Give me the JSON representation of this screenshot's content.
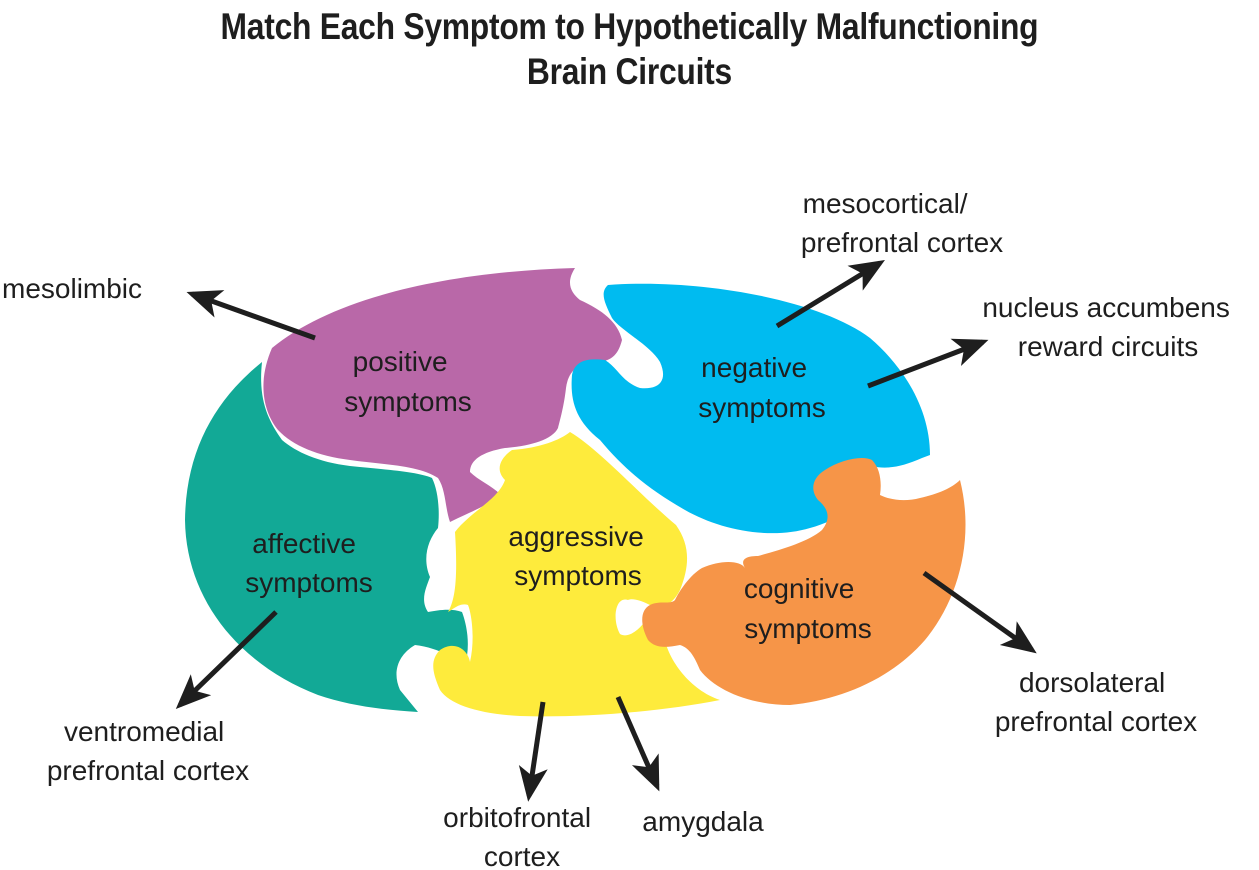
{
  "title": {
    "line1": "Match Each Symptom to Hypothetically Malfunctioning",
    "line2": "Brain Circuits"
  },
  "colors": {
    "positive": "#b968a8",
    "negative": "#00bbf0",
    "affective": "#12a996",
    "aggressive": "#feeb3c",
    "cognitive": "#f69548",
    "arrow": "#1e1e1e",
    "text": "#1e1e1e"
  },
  "pieces": {
    "positive": {
      "line1": "positive",
      "line2": "symptoms"
    },
    "negative": {
      "line1": "negative",
      "line2": "symptoms"
    },
    "affective": {
      "line1": "affective",
      "line2": "symptoms"
    },
    "aggressive": {
      "line1": "aggressive",
      "line2": "symptoms"
    },
    "cognitive": {
      "line1": "cognitive",
      "line2": "symptoms"
    }
  },
  "regions": {
    "mesolimbic": {
      "line1": "mesolimbic"
    },
    "mesocortical": {
      "line1": "mesocortical/",
      "line2": "prefrontal cortex"
    },
    "nucleus_accumbens": {
      "line1": "nucleus accumbens",
      "line2": "reward circuits"
    },
    "ventromedial": {
      "line1": "ventromedial",
      "line2": "prefrontal cortex"
    },
    "orbitofrontal": {
      "line1": "orbitofrontal",
      "line2": "cortex"
    },
    "amygdala": {
      "line1": "amygdala"
    },
    "dorsolateral": {
      "line1": "dorsolateral",
      "line2": "prefrontal cortex"
    }
  },
  "mappings": [
    {
      "symptom": "positive symptoms",
      "circuit": "mesolimbic"
    },
    {
      "symptom": "negative symptoms",
      "circuit": "mesocortical/prefrontal cortex"
    },
    {
      "symptom": "negative symptoms",
      "circuit": "nucleus accumbens reward circuits"
    },
    {
      "symptom": "affective symptoms",
      "circuit": "ventromedial prefrontal cortex"
    },
    {
      "symptom": "aggressive symptoms",
      "circuit": "orbitofrontal cortex"
    },
    {
      "symptom": "aggressive symptoms",
      "circuit": "amygdala"
    },
    {
      "symptom": "cognitive symptoms",
      "circuit": "dorsolateral prefrontal cortex"
    }
  ]
}
